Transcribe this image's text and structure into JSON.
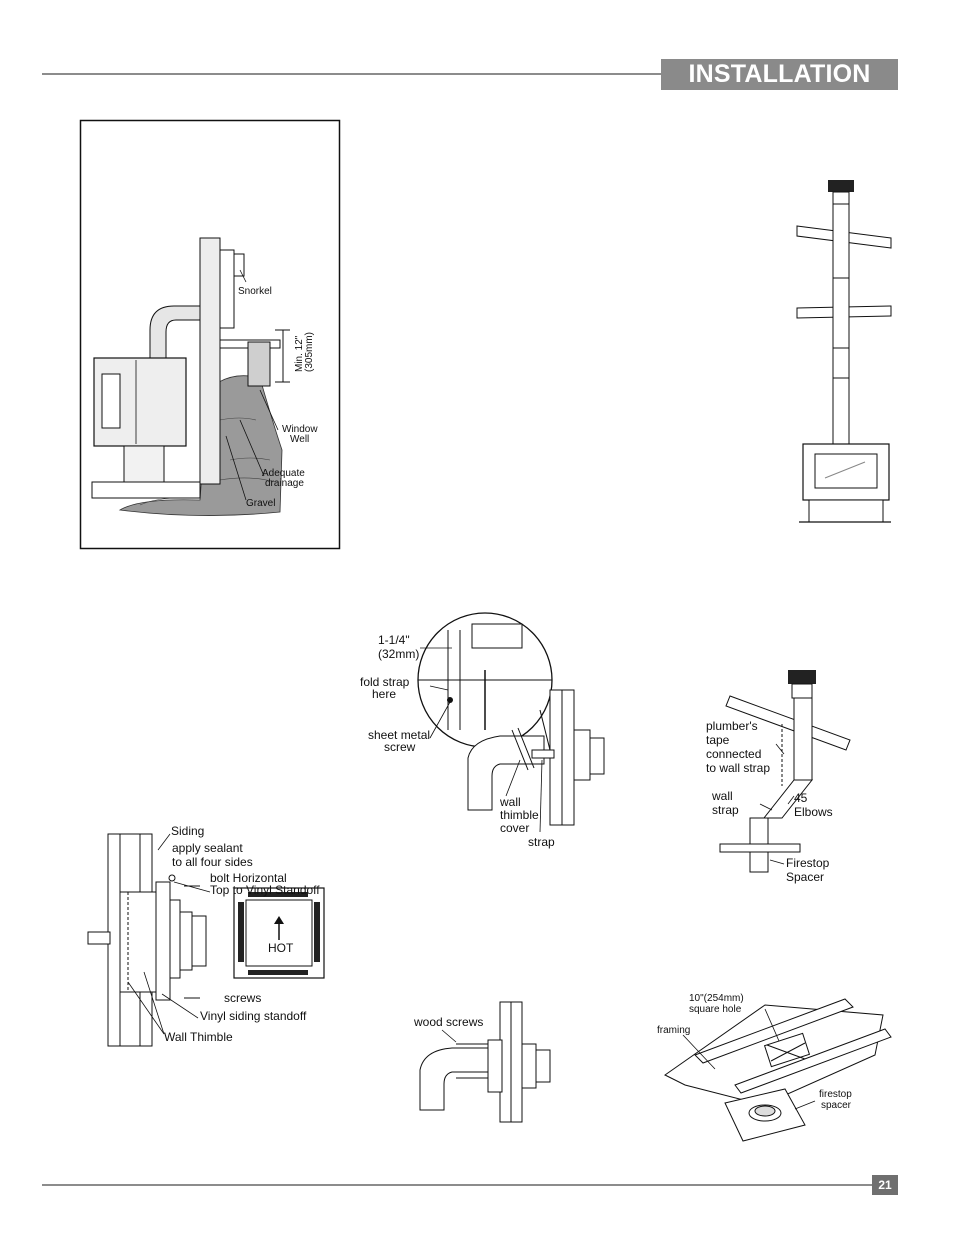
{
  "header": {
    "title": "INSTALLATION"
  },
  "page_number": "21",
  "fig_window_well": {
    "snorkel": "Snorkel",
    "min_line1": "Min. 12\"",
    "min_line2": "(305mm)",
    "window_well_line1": "Window",
    "window_well_line2": "Well",
    "drainage_line1": "Adequate",
    "drainage_line2": "drainage",
    "gravel": "Gravel"
  },
  "fig_strap": {
    "dim_line1": "1-1/4\"",
    "dim_line2": "(32mm)",
    "fold_line1": "fold strap",
    "fold_line2": "here",
    "screw_line1": "sheet metal",
    "screw_line2": "screw",
    "thimble_line1": "wall",
    "thimble_line2": "thimble",
    "thimble_line3": "cover",
    "strap": "strap"
  },
  "fig_offset": {
    "tape_line1": "plumber's",
    "tape_line2": "tape",
    "tape_line3": "connected",
    "tape_line4": "to wall strap",
    "strap_line1": "wall",
    "strap_line2": "strap",
    "elbows_line1": "45",
    "elbows_line2": "Elbows",
    "firestop_line1": "Firestop",
    "firestop_line2": "Spacer"
  },
  "fig_siding": {
    "siding": "Siding",
    "sealant_line1": "apply sealant",
    "sealant_line2": "to all four sides",
    "bolt_line1": "bolt Horizontal",
    "bolt_line2": "Top to Vinyl Standoff",
    "screws": "screws",
    "standoff": "Vinyl siding standoff",
    "thimble": "Wall Thimble",
    "hot": "HOT"
  },
  "fig_wood_screws": {
    "label": "wood screws"
  },
  "fig_firestop": {
    "hole_line1": "10\"(254mm)",
    "hole_line2": "square hole",
    "framing": "framing",
    "spacer_line1": "firestop",
    "spacer_line2": "spacer"
  }
}
